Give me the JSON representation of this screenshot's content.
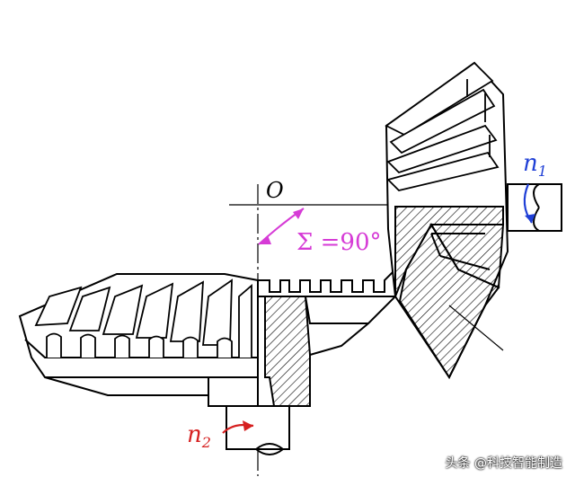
{
  "labels": {
    "origin": "O",
    "shaft_angle": "Σ =90°",
    "speed1_symbol": "n",
    "speed1_subscript": "1",
    "speed2_symbol": "n",
    "speed2_subscript": "2"
  },
  "watermark": "头条 @科技智能制造",
  "colors": {
    "line": "#000000",
    "angle_annotation": "#d63bd6",
    "speed1": "#1f3fd6",
    "speed2": "#d62020"
  }
}
